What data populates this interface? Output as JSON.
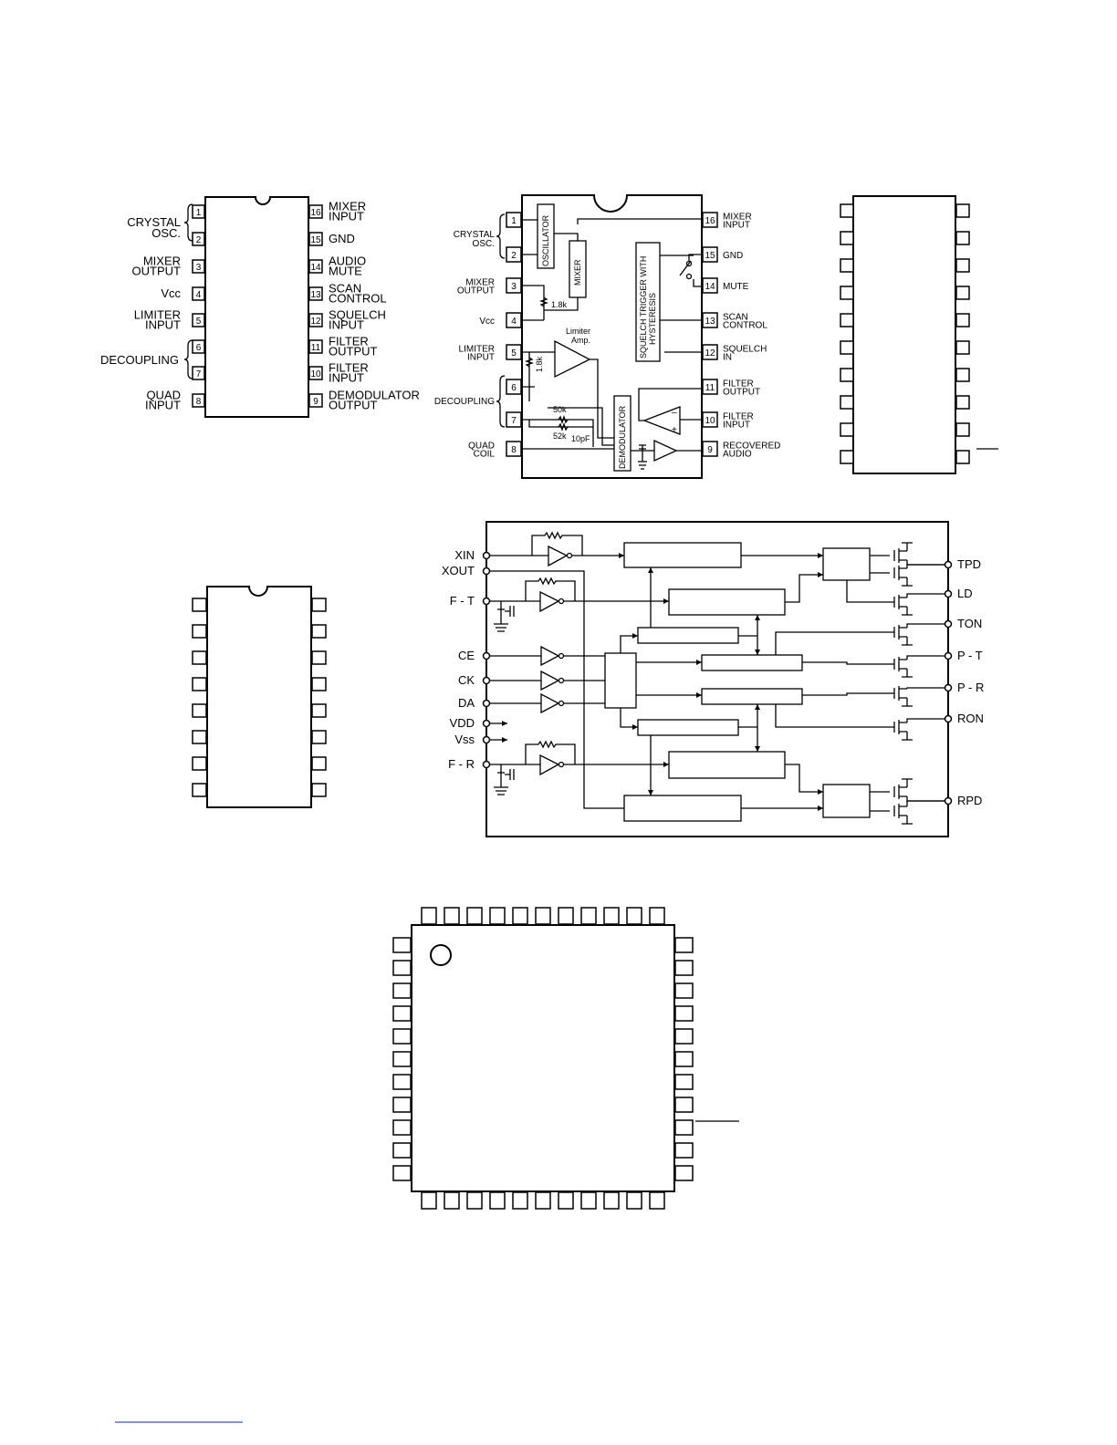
{
  "ic1": {
    "left_pins": [
      {
        "num": "1",
        "label": ""
      },
      {
        "num": "2",
        "label": ""
      },
      {
        "num": "3",
        "label": "MIXER\nOUTPUT"
      },
      {
        "num": "4",
        "label": "Vcc"
      },
      {
        "num": "5",
        "label": "LIMITER\nINPUT"
      },
      {
        "num": "6",
        "label": ""
      },
      {
        "num": "7",
        "label": ""
      },
      {
        "num": "8",
        "label": "QUAD\nINPUT"
      }
    ],
    "right_pins": [
      {
        "num": "16",
        "label": "MIXER\nINPUT"
      },
      {
        "num": "15",
        "label": "GND"
      },
      {
        "num": "14",
        "label": "AUDIO\nMUTE"
      },
      {
        "num": "13",
        "label": "SCAN\nCONTROL"
      },
      {
        "num": "12",
        "label": "SQUELCH\nINPUT"
      },
      {
        "num": "11",
        "label": "FILTER\nOUTPUT"
      },
      {
        "num": "10",
        "label": "FILTER\nINPUT"
      },
      {
        "num": "9",
        "label": "DEMODULATOR\nOUTPUT"
      }
    ],
    "group_crystal": "CRYSTAL\nOSC.",
    "group_decoupling": "DECOUPLING"
  },
  "ic2": {
    "left_pins": [
      {
        "num": "1",
        "label": ""
      },
      {
        "num": "2",
        "label": ""
      },
      {
        "num": "3",
        "label": "MIXER\nOUTPUT"
      },
      {
        "num": "4",
        "label": "Vcc"
      },
      {
        "num": "5",
        "label": "LIMITER\nINPUT"
      },
      {
        "num": "6",
        "label": ""
      },
      {
        "num": "7",
        "label": ""
      },
      {
        "num": "8",
        "label": "QUAD\nCOIL"
      }
    ],
    "right_pins": [
      {
        "num": "16",
        "label": "MIXER\nINPUT"
      },
      {
        "num": "15",
        "label": "GND"
      },
      {
        "num": "14",
        "label": "MUTE"
      },
      {
        "num": "13",
        "label": "SCAN\nCONTROL"
      },
      {
        "num": "12",
        "label": "SQUELCH\nIN"
      },
      {
        "num": "11",
        "label": "FILTER\nOUTPUT"
      },
      {
        "num": "10",
        "label": "FILTER\nINPUT"
      },
      {
        "num": "9",
        "label": "RECOVERED\nAUDIO"
      }
    ],
    "group_crystal": "CRYSTAL\nOSC.",
    "group_decoupling": "DECOUPLING",
    "oscillator": "OSCILLATOR",
    "mixer": "MIXER",
    "squelch": "SQUELCH TRIGGER WITH\nHYSTERESIS",
    "demodulator": "DEMODULATOR",
    "limiter": "Limiter\nAmp.",
    "r1": "1.8k",
    "r2": "1.8k",
    "r3": "50k",
    "r4": "52k",
    "c1": "10pF"
  },
  "ic4": {
    "left_pins": [
      "XIN",
      "XOUT",
      "F - T",
      "CE",
      "CK",
      "DA",
      "VDD",
      "Vss",
      "F - R"
    ],
    "right_pins": [
      "TPD",
      "LD",
      "TON",
      "P - T",
      "P - R",
      "RON",
      "RPD"
    ]
  }
}
